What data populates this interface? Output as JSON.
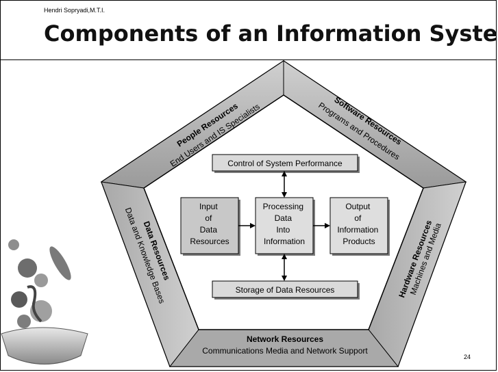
{
  "author": "Hendri Sopryadi,M.T.I.",
  "title": "Components of an Information System",
  "page_number": "24",
  "resources": {
    "people": {
      "title": "People Resources",
      "subtitle": "End Users and IS Specialists"
    },
    "software": {
      "title": "Software Resources",
      "subtitle": "Programs and Procedures"
    },
    "hardware": {
      "title": "Hardware Resources",
      "subtitle": "Machines and Media"
    },
    "network": {
      "title": "Network Resources",
      "subtitle": "Communications Media and Network Support"
    },
    "data": {
      "title": "Data Resources",
      "subtitle": "Data and Knowledge Bases"
    }
  },
  "boxes": {
    "control": "Control of System Performance",
    "input": [
      "Input",
      "of",
      "Data",
      "Resources"
    ],
    "processing": [
      "Processing",
      "Data",
      "Into",
      "Information"
    ],
    "output": [
      "Output",
      "of",
      "Information",
      "Products"
    ],
    "storage": "Storage of Data Resources"
  },
  "colors": {
    "band": "#b7b7b7",
    "band_dark": "#8c8c8c",
    "box_fill": "#d9d9d9",
    "box_shadow": "#7a7a7a"
  }
}
